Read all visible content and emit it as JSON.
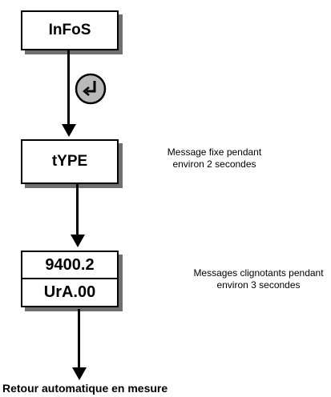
{
  "boxes": {
    "infos": "InFoS",
    "type": "tYPE",
    "value": "9400.2",
    "version": "UrA.00"
  },
  "notes": {
    "fixed_line1": "Message fixe pendant",
    "fixed_line2": "environ 2 secondes",
    "blink_line1": "Messages clignotants pendant",
    "blink_line2": "environ 3 secondes"
  },
  "footer": "Retour automatique en mesure",
  "icons": {
    "enter_key": "enter-key-icon"
  }
}
